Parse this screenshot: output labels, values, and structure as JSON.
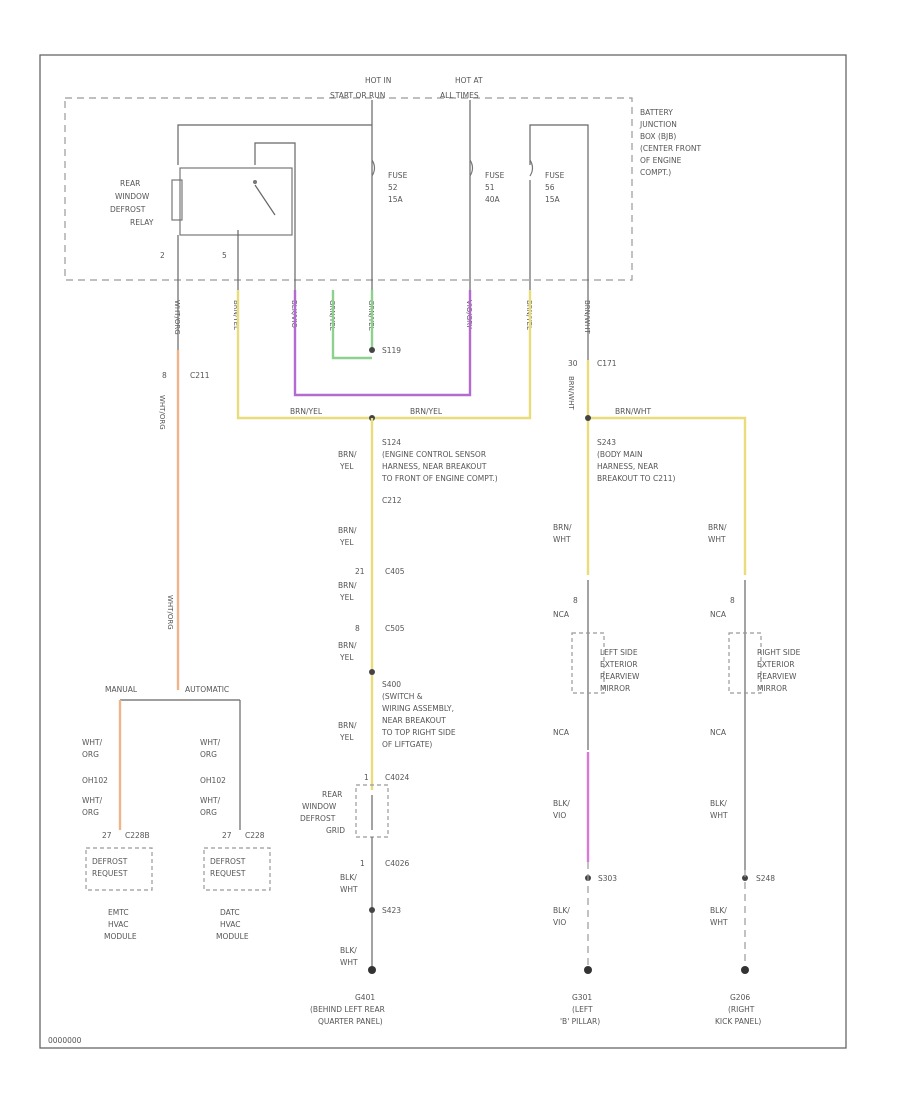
{
  "colors": {
    "frame": "#666666",
    "wire_default": "#777777",
    "yellow": "#e9dc7a",
    "purple": "#b36bd1",
    "green": "#8ed08e",
    "orange": "#f0b48a",
    "pink": "#d97ad9"
  },
  "labels": {
    "hot_run": [
      "HOT IN",
      "START OR RUN"
    ],
    "hot_all": [
      "HOT AT",
      "ALL TIMES"
    ],
    "bjb": [
      "BATTERY",
      "JUNCTION",
      "BOX (BJB)",
      "(CENTER FRONT",
      "OF ENGINE",
      "COMPT.)"
    ],
    "relay": [
      "REAR",
      "WINDOW",
      "DEFROST",
      "RELAY"
    ],
    "relay_pin_a": "2",
    "relay_pin_b": "5",
    "fuse_a": [
      "FUSE",
      "52",
      "15A"
    ],
    "fuse_b": [
      "FUSE",
      "51",
      "40A"
    ],
    "fuse_c": [
      "FUSE",
      "56",
      "15A"
    ],
    "wire_top": [
      "WHT/ORG",
      "BRN/YEL",
      "BLK/VIO",
      "GRN/YEL",
      "GRN/YEL",
      "VIO/GRY",
      "BRN/YEL",
      "BRN/WHT"
    ],
    "splice_s119": "S119",
    "c211_pin": "8",
    "c211": "C211",
    "wht_org_mid": "WHT/ORG",
    "brn_yel_a": "BRN/YEL",
    "brn_yel_b": "BRN/YEL",
    "s124": [
      "S124",
      "(ENGINE CONTROL SENSOR",
      "HARNESS, NEAR BREAKOUT",
      "TO FRONT OF ENGINE COMPT.)"
    ],
    "brn_yel_c": [
      "BRN/",
      "YEL"
    ],
    "c212": "C212",
    "brn_yel_d": [
      "BRN/",
      "YEL"
    ],
    "c405_pin": "21",
    "c405": "C405",
    "brn_yel_e": [
      "BRN/",
      "YEL"
    ],
    "c505_pin": "8",
    "c505": "C505",
    "brn_yel_f": [
      "BRN/",
      "YEL"
    ],
    "s400": [
      "S400",
      "(SWITCH &",
      "WIRING ASSEMBLY,",
      "NEAR BREAKOUT",
      "TO TOP RIGHT SIDE",
      "OF LIFTGATE)"
    ],
    "brn_yel_g": [
      "BRN/",
      "YEL"
    ],
    "c171_pin": "30",
    "c171": "C171",
    "brn_wht_vert": "BRN/WHT",
    "brn_wht_h": "BRN/WHT",
    "s243": [
      "S243",
      "(BODY MAIN",
      "HARNESS, NEAR",
      "BREAKOUT TO C211)"
    ],
    "brn_wht_l": [
      "BRN/",
      "WHT"
    ],
    "brn_wht_r": [
      "BRN/",
      "WHT"
    ],
    "mirror_l_pin": "8",
    "mirror_r_pin": "8",
    "nca_l1": "NCA",
    "nca_r1": "NCA",
    "mirror_l": [
      "LEFT SIDE",
      "EXTERIOR",
      "REARVIEW",
      "MIRROR"
    ],
    "mirror_r": [
      "RIGHT SIDE",
      "EXTERIOR",
      "REARVIEW",
      "MIRROR"
    ],
    "nca_l2": "NCA",
    "nca_r2": "NCA",
    "blk_vio_a": [
      "BLK/",
      "VIO"
    ],
    "blk_wht_a": [
      "BLK/",
      "WHT"
    ],
    "s303": "S303",
    "s248": "S248",
    "blk_vio_b": [
      "BLK/",
      "VIO"
    ],
    "blk_wht_b": [
      "BLK/",
      "WHT"
    ],
    "g301": [
      "G301",
      "(LEFT",
      "'B' PILLAR)"
    ],
    "g206": [
      "G206",
      "(RIGHT",
      "KICK PANEL)"
    ],
    "wht_org_vert": "WHT/ORG",
    "manual": "MANUAL",
    "automatic": "AUTOMATIC",
    "wht_org_l1": [
      "WHT/",
      "ORG"
    ],
    "wht_org_r1": [
      "WHT/",
      "ORG"
    ],
    "oh102_l": "OH102",
    "oh102_r": "OH102",
    "wht_org_l2": [
      "WHT/",
      "ORG"
    ],
    "wht_org_r2": [
      "WHT/",
      "ORG"
    ],
    "c228b_pin": "27",
    "c228b": "C228B",
    "c228_pin": "27",
    "c228": "C228",
    "defrost_req_l": [
      "DEFROST",
      "REQUEST"
    ],
    "defrost_req_r": [
      "DEFROST",
      "REQUEST"
    ],
    "emtc": [
      "EMTC",
      "HVAC",
      "MODULE"
    ],
    "datc": [
      "DATC",
      "HVAC",
      "MODULE"
    ],
    "grid_pin": "1",
    "c4024": "C4024",
    "grid": [
      "REAR",
      "WINDOW",
      "DEFROST",
      "GRID"
    ],
    "c4026_pin": "1",
    "c4026": "C4026",
    "blk_wht_c": [
      "BLK/",
      "WHT"
    ],
    "s423": "S423",
    "blk_wht_d": [
      "BLK/",
      "WHT"
    ],
    "g401": [
      "G401",
      "(BEHIND LEFT REAR",
      "QUARTER PANEL)"
    ],
    "code": "0000000"
  }
}
